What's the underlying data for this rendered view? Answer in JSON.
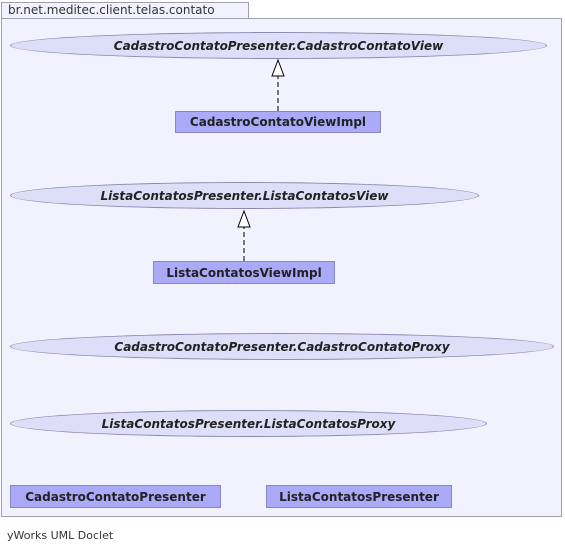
{
  "package": {
    "name": "br.net.meditec.client.telas.contato"
  },
  "interfaces": {
    "cadastro_view": "CadastroContatoPresenter.CadastroContatoView",
    "lista_view": "ListaContatosPresenter.ListaContatosView",
    "cadastro_proxy": "CadastroContatoPresenter.CadastroContatoProxy",
    "lista_proxy": "ListaContatosPresenter.ListaContatosProxy"
  },
  "classes": {
    "cadastro_view_impl": "CadastroContatoViewImpl",
    "lista_view_impl": "ListaContatosViewImpl",
    "cadastro_presenter": "CadastroContatoPresenter",
    "lista_presenter": "ListaContatosPresenter"
  },
  "footer": {
    "credit": "yWorks UML Doclet"
  },
  "colors": {
    "package_fill": "#f2f2fe",
    "interface_fill": "#dddff8",
    "class_fill": "#aaaaf8"
  }
}
